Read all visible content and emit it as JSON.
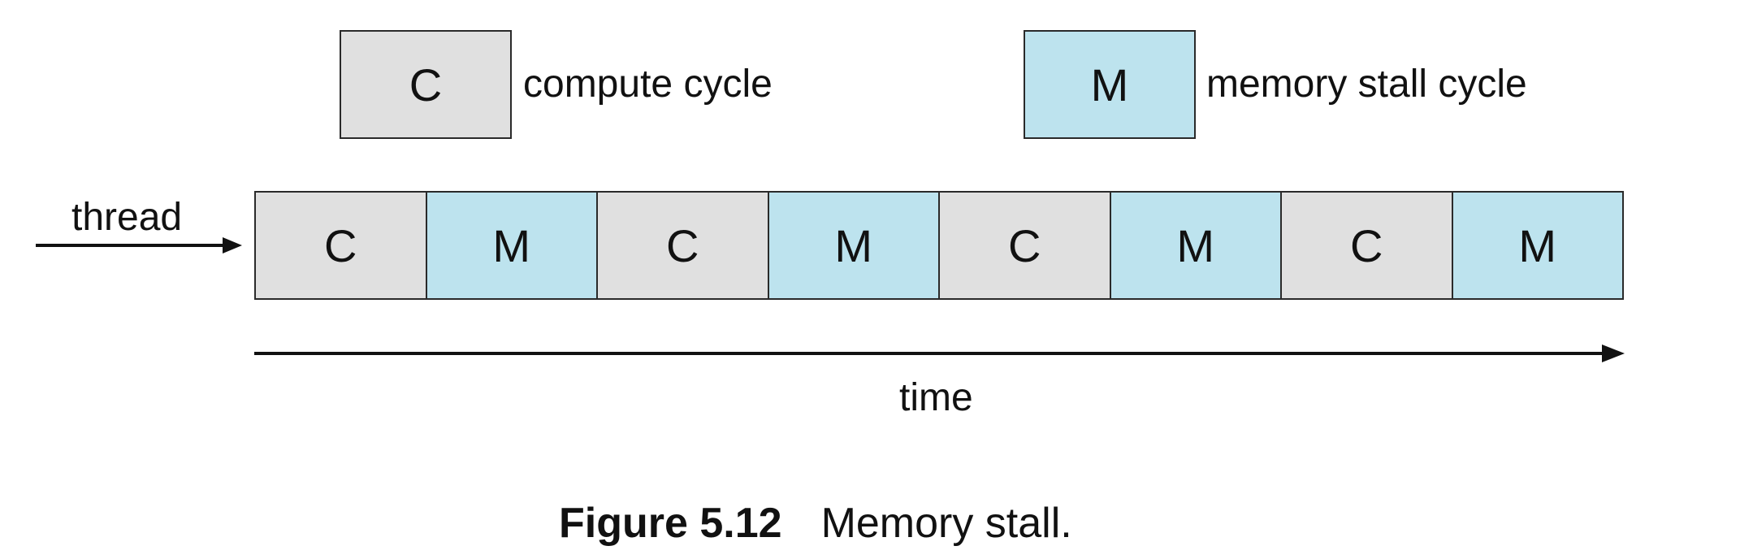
{
  "legend": {
    "compute": {
      "symbol": "C",
      "label": "compute cycle",
      "color": "#e0e0e0"
    },
    "memory": {
      "symbol": "M",
      "label": "memory stall cycle",
      "color": "#bde3ee"
    }
  },
  "thread_label": "thread",
  "time_label": "time",
  "cycles": [
    {
      "symbol": "C",
      "kind": "compute"
    },
    {
      "symbol": "M",
      "kind": "memory"
    },
    {
      "symbol": "C",
      "kind": "compute"
    },
    {
      "symbol": "M",
      "kind": "memory"
    },
    {
      "symbol": "C",
      "kind": "compute"
    },
    {
      "symbol": "M",
      "kind": "memory"
    },
    {
      "symbol": "C",
      "kind": "compute"
    },
    {
      "symbol": "M",
      "kind": "memory"
    }
  ],
  "caption": {
    "number": "Figure 5.12",
    "text": "Memory stall."
  }
}
